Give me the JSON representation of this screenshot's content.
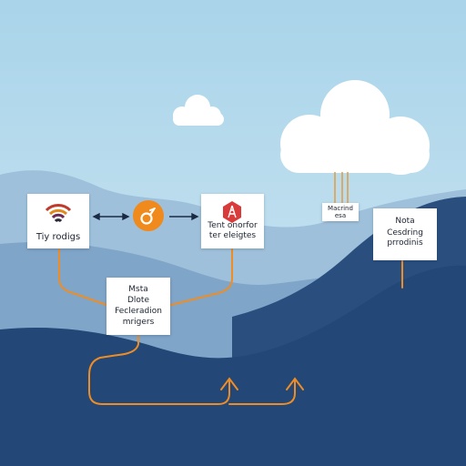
{
  "colors": {
    "sky_top": "#a9d4ea",
    "sky_bottom": "#cfe6f1",
    "mountain_back": "#8fb5d3",
    "mountain_mid": "#5d84b1",
    "ground": "#234776",
    "connector_orange": "#ee8d25",
    "arrow_dark": "#1b2a44",
    "cloud": "#ffffff"
  },
  "nodes": {
    "node_1": {
      "lines": [
        "Tiy rodigs"
      ],
      "icon": "wifi-signal-icon"
    },
    "hub": {
      "icon": "gender-symbol-icon"
    },
    "node_2": {
      "lines": [
        "Tent onorfor",
        "ter eleigtes"
      ],
      "icon": "router-tower-icon"
    },
    "node_3": {
      "lines": [
        "Msta",
        "Dlote",
        "Fecleradion",
        "mrigers"
      ]
    },
    "node_4": {
      "lines": [
        "Macrind",
        "esa"
      ]
    },
    "node_5": {
      "lines": [
        "Nota",
        "Cesdring",
        "prrodinis"
      ]
    }
  }
}
